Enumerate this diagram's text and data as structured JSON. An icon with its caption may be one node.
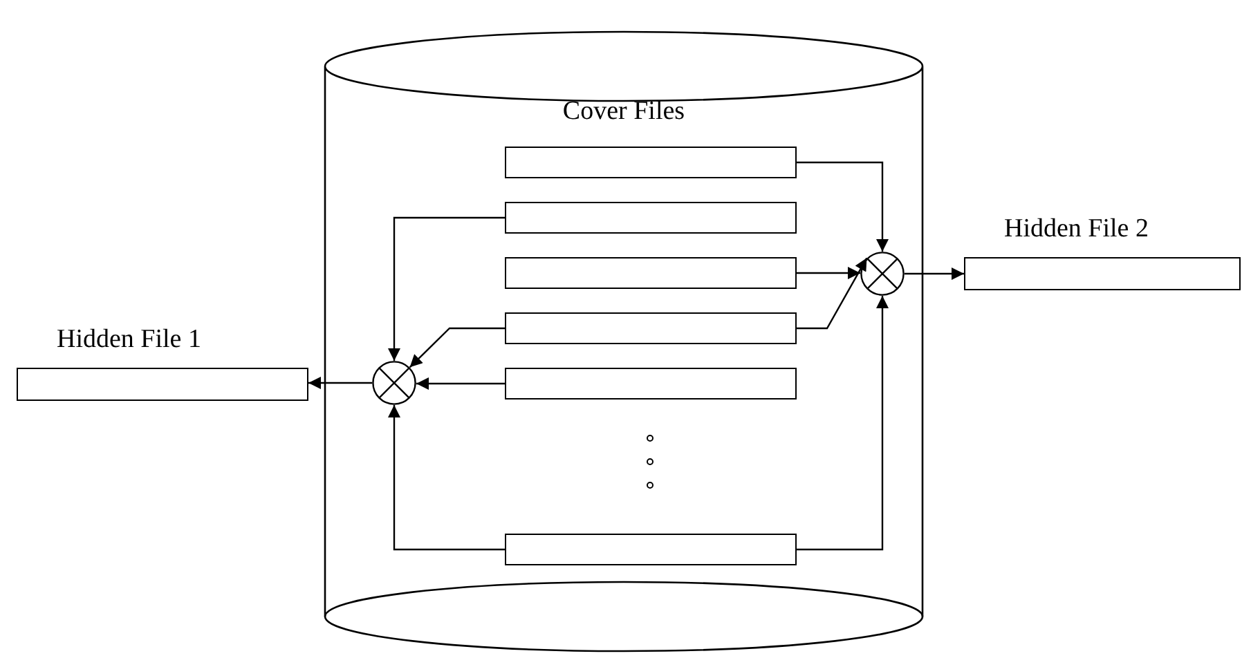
{
  "diagram": {
    "nodes": [
      {
        "text": [
          "Cover Files"
        ]
      },
      {
        "text": [],
        "shape": "bar",
        "in": 0
      },
      {
        "text": [],
        "shape": "bar",
        "in": 0
      },
      {
        "text": [],
        "shape": "bar",
        "in": 0
      },
      {
        "text": [],
        "shape": "bar",
        "in": 0
      },
      {
        "text": [],
        "shape": "bar",
        "in": 0
      },
      {
        "text": [],
        "shape": "bar",
        "in": 0
      },
      {
        "text": [],
        "shape": "circle",
        "in": 0
      },
      {
        "text": [],
        "shape": "circle",
        "in": 0
      },
      {
        "text": [
          "Hidden File 1"
        ]
      },
      {
        "text": [
          "Hidden File 2"
        ]
      }
    ],
    "edges": [
      {
        "from": 1,
        "to": 8,
        "arrow": "to"
      },
      {
        "from": 2,
        "to": 7,
        "arrow": "to"
      },
      {
        "from": 3,
        "to": 8,
        "arrow": "to"
      },
      {
        "from": 4,
        "to": 7,
        "arrow": "to"
      },
      {
        "from": 4,
        "to": 8,
        "arrow": "to"
      },
      {
        "from": 5,
        "to": 7,
        "arrow": "to"
      },
      {
        "from": 6,
        "to": 7,
        "arrow": "to"
      },
      {
        "from": 6,
        "to": 8,
        "arrow": "to"
      },
      {
        "from": 7,
        "to": 9,
        "arrow": "to"
      },
      {
        "from": 8,
        "to": 10,
        "arrow": "to"
      }
    ]
  }
}
